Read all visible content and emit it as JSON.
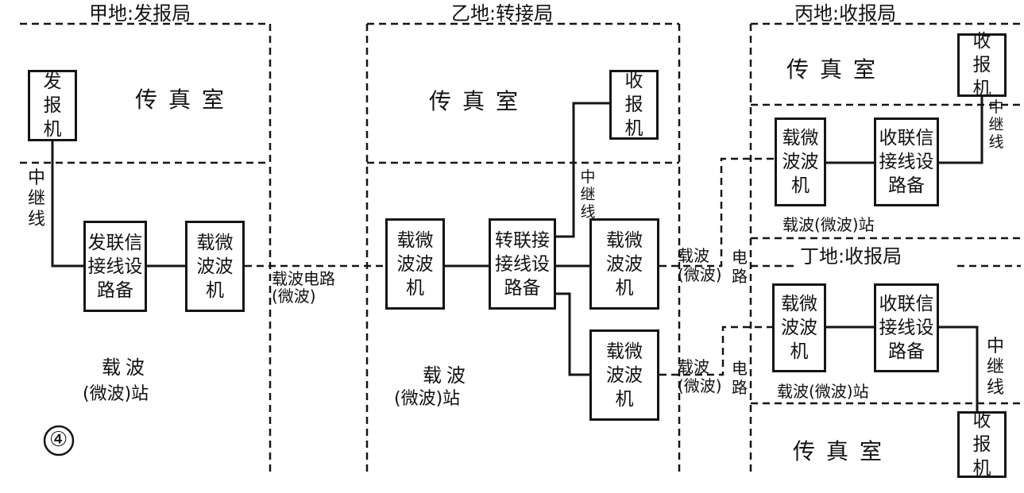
{
  "sites": {
    "jia": "甲地:发报局",
    "yi": "乙地:转接局",
    "bing": "丙地:收报局",
    "ding": "丁地:收报局"
  },
  "rooms": {
    "fax_room": "传真室"
  },
  "stations": {
    "carrier_station_a": "载波",
    "microwave_station_a": "(微波)站",
    "carrier_station_b": "载波",
    "microwave_station_b": "(微波)站",
    "carrier_station_c": "载波(微波)站",
    "carrier_station_d": "载波(微波)站"
  },
  "devices": {
    "sender": "发报机",
    "receiver": "收报机",
    "carrier_machine": "载微波波机",
    "send_link_device": "发联信接线设路备",
    "transfer_link_device": "转联接接线设路备",
    "recv_link_device": "收联信接线设路备"
  },
  "lines": {
    "trunk_line": "中继线",
    "carrier_circuit": "载波电路",
    "microwave": "(微波)",
    "circuit": "电路"
  },
  "figure_number": "④"
}
